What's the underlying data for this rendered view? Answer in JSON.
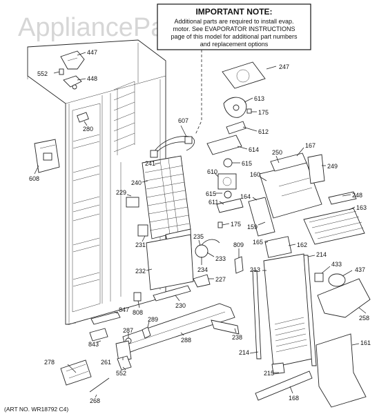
{
  "watermark": "AppliancePartsPros.com",
  "note": {
    "title": "IMPORTANT NOTE:",
    "lines": [
      "Additional parts are required to install evap.",
      "motor. See EVAPORATOR INSTRUCTIONS",
      "page of this model for additional part numbers",
      "and replacement options"
    ]
  },
  "art_no": "(ART NO. WR18792 C4)",
  "callouts": {
    "c447": "447",
    "c552a": "552",
    "c448": "448",
    "c280": "280",
    "c608": "608",
    "c607": "607",
    "c241": "241",
    "c240": "240",
    "c229": "229",
    "c231": "231",
    "c232": "232",
    "c230": "230",
    "c808": "808",
    "c847": "847",
    "c289": "289",
    "c287": "287",
    "c843": "843",
    "c288": "288",
    "c261": "261",
    "c552b": "552",
    "c278": "278",
    "c268": "268",
    "c247": "247",
    "c613": "613",
    "c175a": "175",
    "c612": "612",
    "c614": "614",
    "c615a": "615",
    "c610": "610",
    "c615b": "615",
    "c611": "611",
    "c175b": "175",
    "c235": "235",
    "c233": "233",
    "c234": "234",
    "c227": "227",
    "c238": "238",
    "c809": "809",
    "c250": "250",
    "c167": "167",
    "c249": "249",
    "c160": "160",
    "c164": "164",
    "c248": "248",
    "c163": "163",
    "c159": "159",
    "c165": "165",
    "c162": "162",
    "c213": "213",
    "c214a": "214",
    "c433": "433",
    "c437": "437",
    "c258": "258",
    "c161": "161",
    "c214b": "214",
    "c215": "215",
    "c168": "168"
  }
}
